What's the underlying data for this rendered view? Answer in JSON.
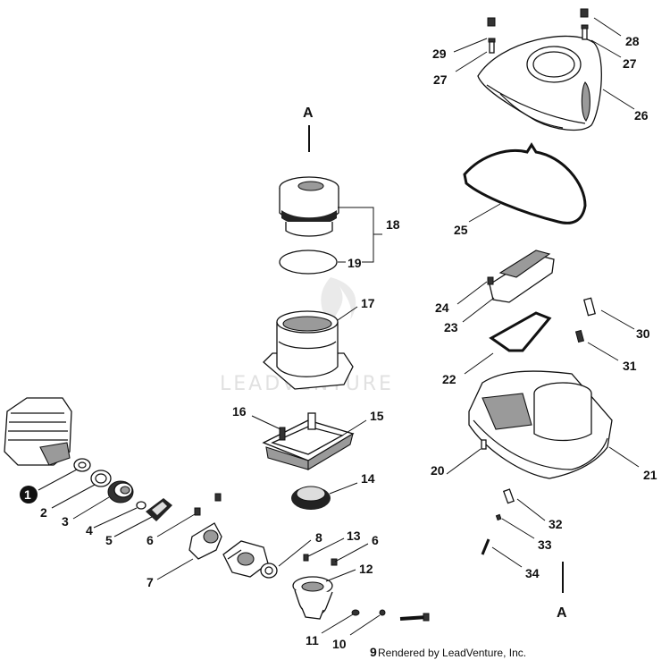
{
  "diagram": {
    "watermark": "LEADVENTURE",
    "credit": "Rendered by LeadVenture, Inc.",
    "reference_marks": [
      "A",
      "A"
    ],
    "callouts": [
      "1",
      "2",
      "3",
      "4",
      "5",
      "6",
      "7",
      "8",
      "9",
      "10",
      "11",
      "12",
      "13",
      "6",
      "14",
      "15",
      "16",
      "17",
      "18",
      "19",
      "20",
      "21",
      "22",
      "23",
      "24",
      "25",
      "26",
      "27",
      "27",
      "28",
      "29",
      "30",
      "31",
      "32",
      "33",
      "34"
    ]
  }
}
